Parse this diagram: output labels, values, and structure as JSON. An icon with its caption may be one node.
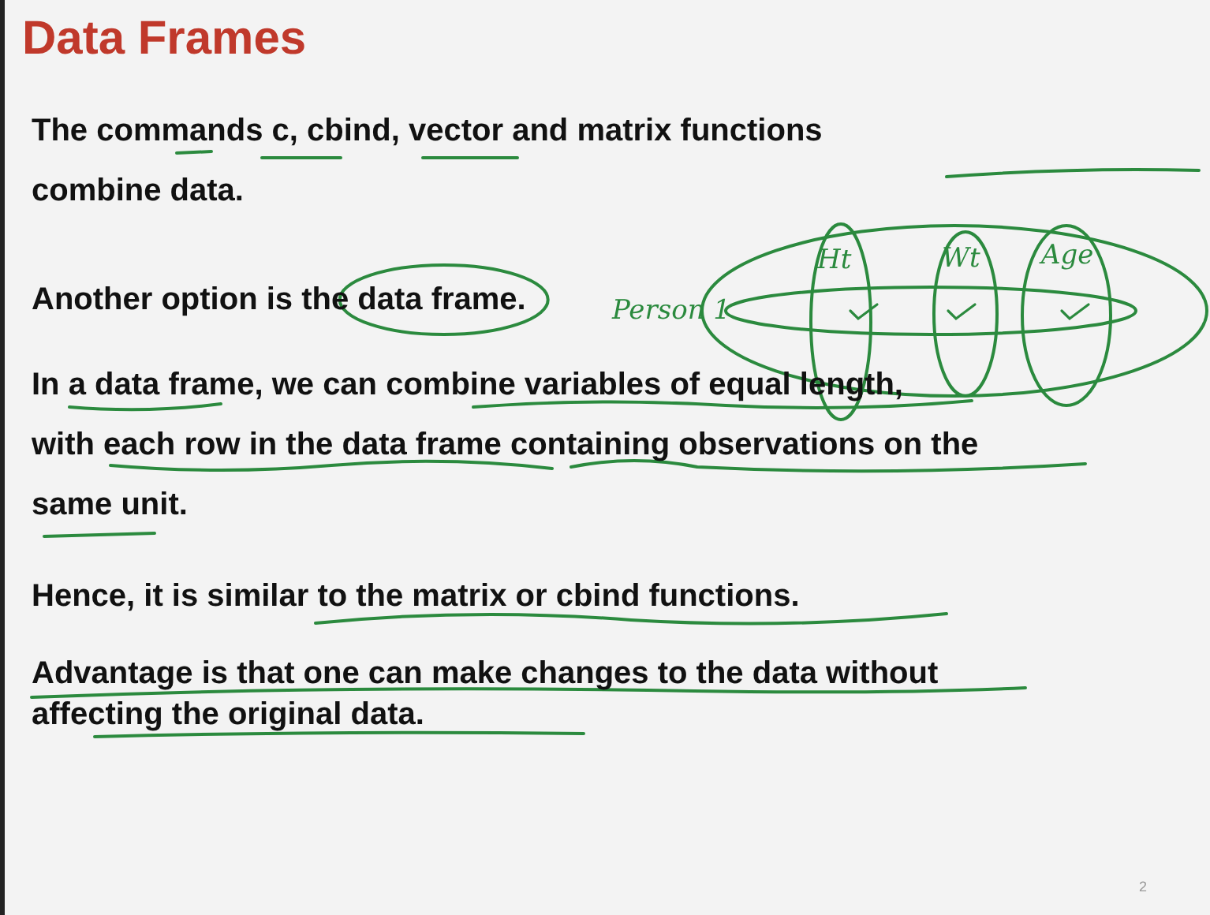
{
  "diagram": {
    "title": "Data Frames",
    "labels": [
      "The commands c, cbind, vector and matrix functions combine data.",
      "Ht",
      "Wt",
      "Age",
      "Person 1",
      "Another option is the data frame.",
      "In a data frame, we can combine variables of equal length, with each row in the data frame containing observations on the same unit.",
      "Hence, it is similar to the matrix or cbind functions.",
      "Advantage is that one can make changes to the data without affecting the original data.",
      "2"
    ]
  }
}
